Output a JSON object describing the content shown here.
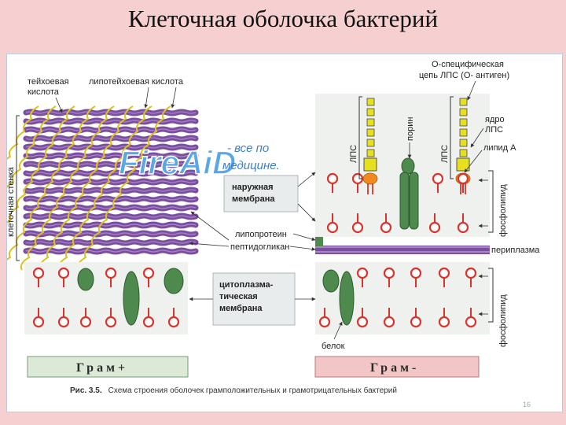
{
  "title": "Клеточная оболочка бактерий",
  "labels": {
    "teichoic_acid_1": "тейхоевая",
    "teichoic_acid_2": "кислота",
    "lipoteichoic_acid": "липотейхоевая кислота",
    "cell_wall": "клеточная стенка",
    "o_specific_1": "О-специфическая",
    "o_specific_2": "цепь ЛПС (О- антиген)",
    "lps_core_1": "ядро",
    "lps_core_2": "ЛПС",
    "lipid_a": "липид А",
    "porin": "порин",
    "lps_left": "ЛПС",
    "lps_right": "ЛПС",
    "phospholipid_top": "фосфолипид",
    "phospholipid_bottom": "фосфолипид",
    "outer_membrane_1": "наружная",
    "outer_membrane_2": "мембрана",
    "lipoprotein": "липопротеин",
    "peptidoglycan": "пептидогликан",
    "periplasm": "периплазма",
    "cyto_membrane_1": "цитоплазма-",
    "cyto_membrane_2": "тическая",
    "cyto_membrane_3": "мембрана",
    "protein": "белок",
    "gram_pos": "Грам+",
    "gram_neg": "Грам-"
  },
  "watermark": {
    "logo": "FireAiD",
    "tagline_1": "- все по",
    "tagline_2": "медицине."
  },
  "caption": {
    "fig": "Рис. 3.5.",
    "text": "Схема строения оболочек грамположительных и грамотрицательных бактерий"
  },
  "page_number": "16",
  "colors": {
    "background": "#f6cfd0",
    "peptidoglycan": "#7b4fa0",
    "teichoic": "#e0c020",
    "lipid_head": "#d8332c",
    "protein": "#4e8a4e",
    "lps_box": "#e6e020",
    "lipid_a": "#f08a20",
    "gram_pos_box": "#dbe9d6",
    "gram_neg_box": "#f2c6c6",
    "frame": "#b9cde0"
  }
}
